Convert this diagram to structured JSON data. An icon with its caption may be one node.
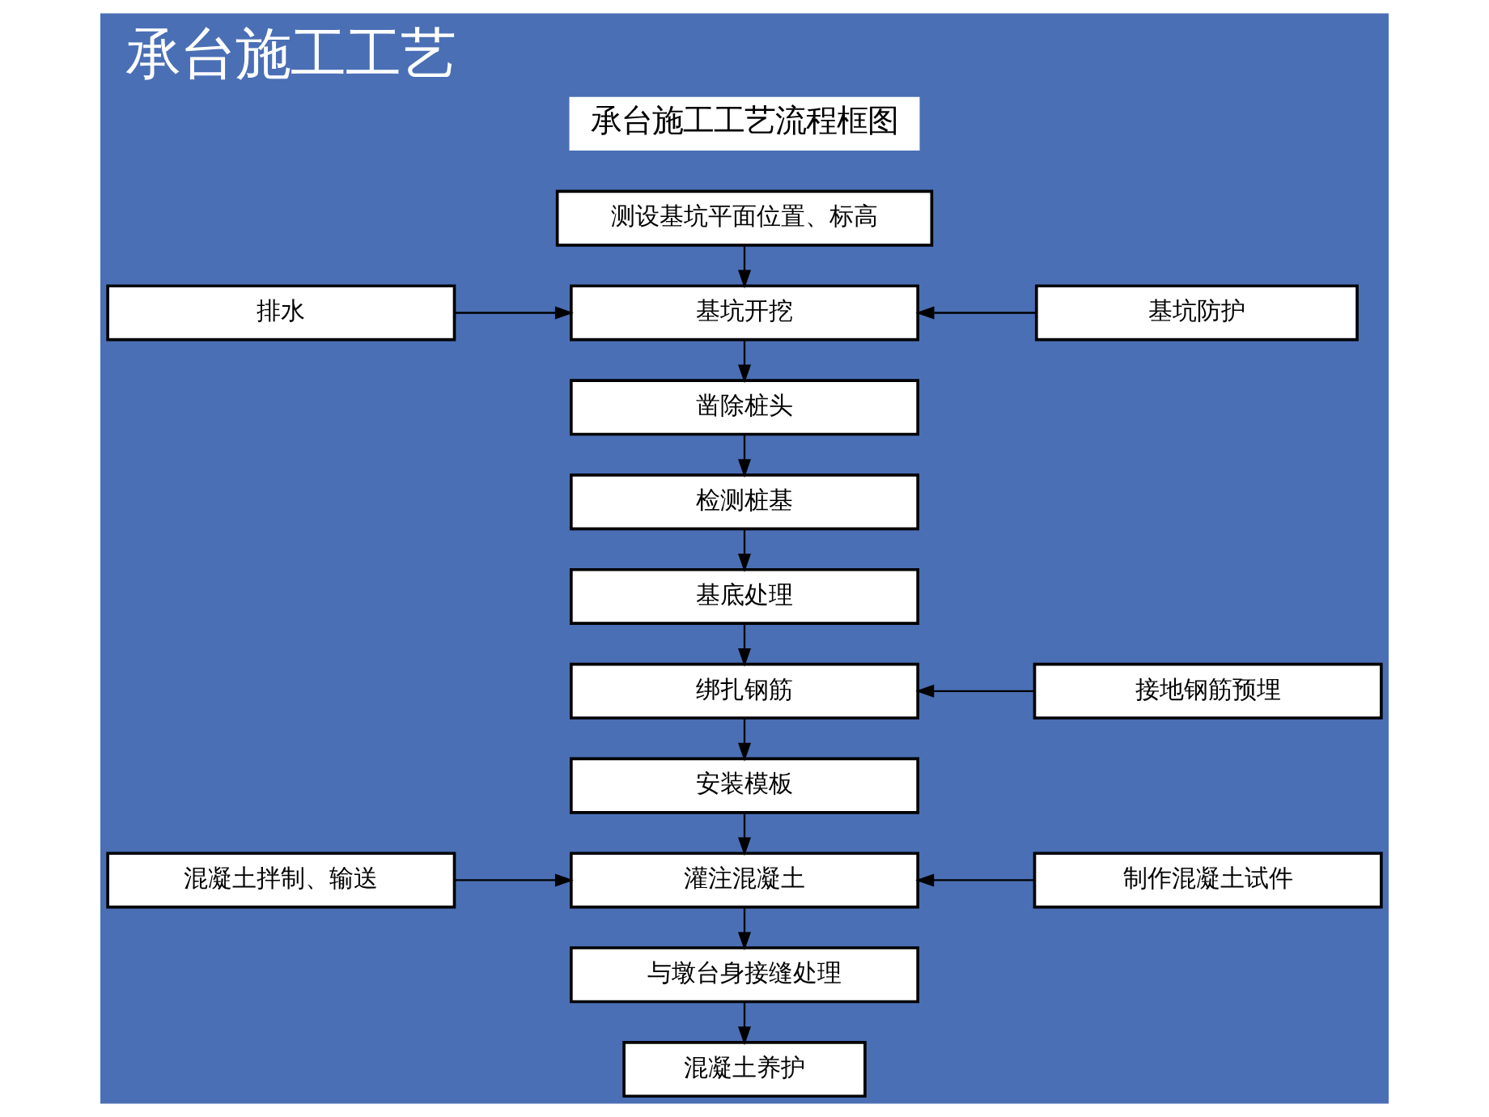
{
  "diagram": {
    "title": "承台施工工艺",
    "nodes": [
      {
        "text": [
          "测设基坑平面位置、标高"
        ]
      },
      {
        "text": [
          "排水"
        ]
      },
      {
        "text": [
          "基坑开挖"
        ]
      },
      {
        "text": [
          "基坑防护"
        ]
      },
      {
        "text": [
          "凿除桩头"
        ]
      },
      {
        "text": [
          "检测桩基"
        ]
      },
      {
        "text": [
          "基底处理"
        ]
      },
      {
        "text": [
          "绑扎钢筋"
        ]
      },
      {
        "text": [
          "接地钢筋预埋"
        ]
      },
      {
        "text": [
          "安装模板"
        ]
      },
      {
        "text": [
          "混凝土拌制、输送"
        ]
      },
      {
        "text": [
          "灌注混凝土"
        ]
      },
      {
        "text": [
          "制作混凝土试件"
        ]
      },
      {
        "text": [
          "与墩台身接缝处理"
        ]
      },
      {
        "text": [
          "混凝土养护"
        ]
      }
    ],
    "edges": [
      {
        "from": 0,
        "to": 2,
        "arrow": "to"
      },
      {
        "from": 1,
        "to": 2,
        "arrow": "to"
      },
      {
        "from": 3,
        "to": 2,
        "arrow": "to"
      },
      {
        "from": 2,
        "to": 4,
        "arrow": "to"
      },
      {
        "from": 4,
        "to": 5,
        "arrow": "to"
      },
      {
        "from": 5,
        "to": 6,
        "arrow": "to"
      },
      {
        "from": 6,
        "to": 7,
        "arrow": "to"
      },
      {
        "from": 8,
        "to": 7,
        "arrow": "to"
      },
      {
        "from": 7,
        "to": 9,
        "arrow": "to"
      },
      {
        "from": 9,
        "to": 11,
        "arrow": "to"
      },
      {
        "from": 10,
        "to": 11,
        "arrow": "to"
      },
      {
        "from": 12,
        "to": 11,
        "arrow": "to"
      },
      {
        "from": 11,
        "to": 13,
        "arrow": "to"
      },
      {
        "from": 13,
        "to": 14,
        "arrow": "to"
      }
    ],
    "labels": [
      "承台施工工艺流程框图"
    ]
  }
}
